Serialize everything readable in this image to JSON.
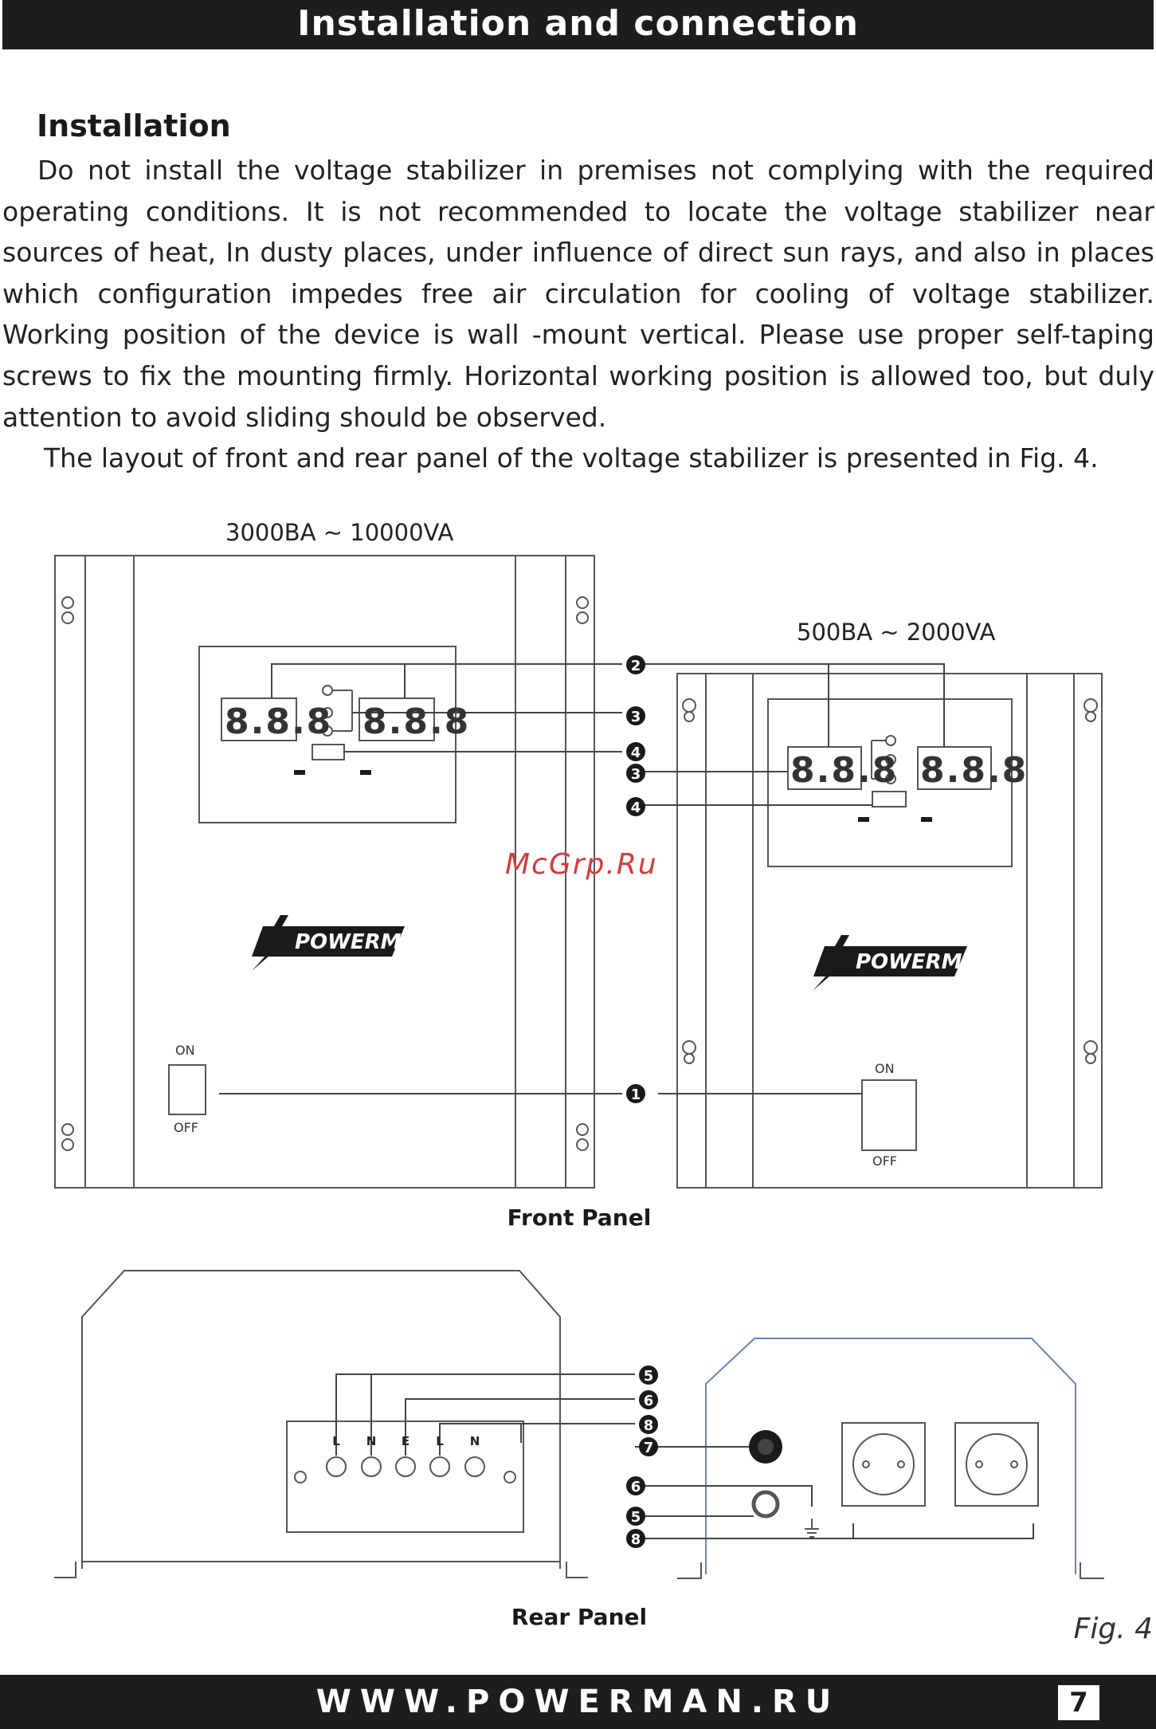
{
  "header": {
    "title": "Installation and connection"
  },
  "section": {
    "title": "Installation",
    "paragraphs": [
      "Do not install the voltage stabilizer in premises not complying with the required operating conditions. It is not recommended to locate the voltage stabilizer near sources of heat, In dusty places, under influence of direct sun rays, and also in places which configuration impedes free air circulation for cooling of voltage stabilizer. Working position of the device is wall -mount vertical. Please use proper self-taping screws to fix the mounting firmly. Horizontal  working position is allowed too, but duly attention to avoid sliding should be observed.",
      "The layout of front and rear panel of the voltage stabilizer is presented in Fig. 4."
    ]
  },
  "figure": {
    "model_large": "3000BA ~ 10000VA",
    "model_small": "500BA ~ 2000VA",
    "display_digits": "8.8.8",
    "brand": "POWERMAN",
    "switch_on": "ON",
    "switch_off": "OFF",
    "front_caption": "Front Panel",
    "rear_caption": "Rear Panel",
    "terminal_labels": [
      "L",
      "N",
      "E",
      "L",
      "N"
    ],
    "callouts": {
      "n1": "1",
      "n2": "2",
      "n3": "3",
      "n4": "4",
      "n5": "5",
      "n6": "6",
      "n7": "7",
      "n8": "8"
    },
    "fig_label": "Fig. 4",
    "watermark": "McGrp.Ru"
  },
  "footer": {
    "url": "WWW.POWERMAN.RU",
    "page": "7"
  }
}
